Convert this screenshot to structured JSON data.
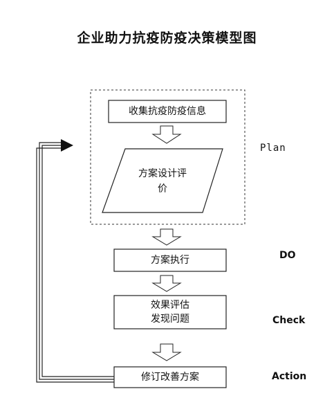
{
  "title": "企业助力抗疫防疫决策模型图",
  "steps": {
    "collect": "收集抗疫防疫信息",
    "design_line1": "方案设计评",
    "design_line2": "价",
    "execute": "方案执行",
    "evaluate_line1": "效果评估",
    "evaluate_line2": "发现问题",
    "improve": "修订改善方案"
  },
  "phases": {
    "plan": "Plan",
    "do": "DO",
    "check": "Check",
    "action": "Action"
  }
}
